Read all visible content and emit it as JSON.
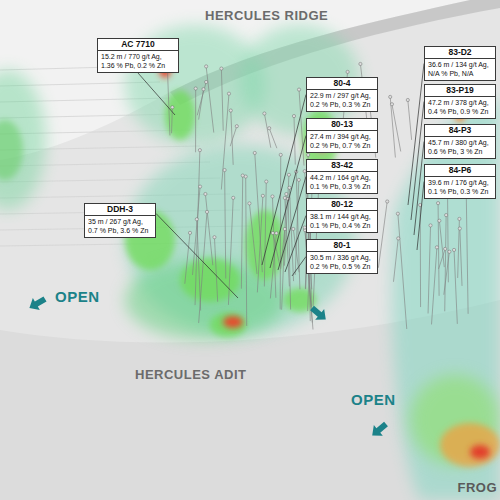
{
  "diagram": {
    "nodes": [
      {
        "text": [
          "AC 7710",
          "15.2 m / 770 g/t Ag, 1.36 % Pb, 0.2 % Zn"
        ]
      },
      {
        "text": [
          "83-D2",
          "36.6 m / 134 g/t Ag, N/A % Pb, N/A"
        ]
      },
      {
        "text": [
          "80-4",
          "22.9 m / 297 g/t Ag, 0.2 % Pb, 0.3 % Zn"
        ]
      },
      {
        "text": [
          "83-P19",
          "47.2 m / 378 g/t Ag, 0.4 % Pb, 0.9 % Zn"
        ]
      },
      {
        "text": [
          "84-P3",
          "45.7 m / 380 g/t Ag, 0.6 % Pb, 3 % Zn"
        ]
      },
      {
        "text": [
          "80-13",
          "27.4 m / 394 g/t Ag, 0.2 % Pb, 0.7 % Zn"
        ]
      },
      {
        "text": [
          "84-P6",
          "39.6 m / 176 g/t Ag, 0.1 % Pb, 0.3 % Zn"
        ]
      },
      {
        "text": [
          "83-42",
          "44.2 m / 164 g/t Ag, 0.1 % Pb, 0.3 % Zn"
        ]
      },
      {
        "text": [
          "DDH-3",
          "35 m / 267 g/t Ag, 0.7 % Pb, 3.6 % Zn"
        ]
      },
      {
        "text": [
          "80-12",
          "38.1 m / 144 g/t Ag, 0.1 % Pb, 0.4 % Zn"
        ]
      },
      {
        "text": [
          "80-1",
          "30.5 m / 336 g/t Ag, 0.2 % Pb, 0.5 % Zn"
        ]
      }
    ],
    "labels": [
      "HERCULES RIDGE",
      "OPEN",
      "HERCULES ADIT",
      "OPEN",
      "FROG"
    ]
  }
}
